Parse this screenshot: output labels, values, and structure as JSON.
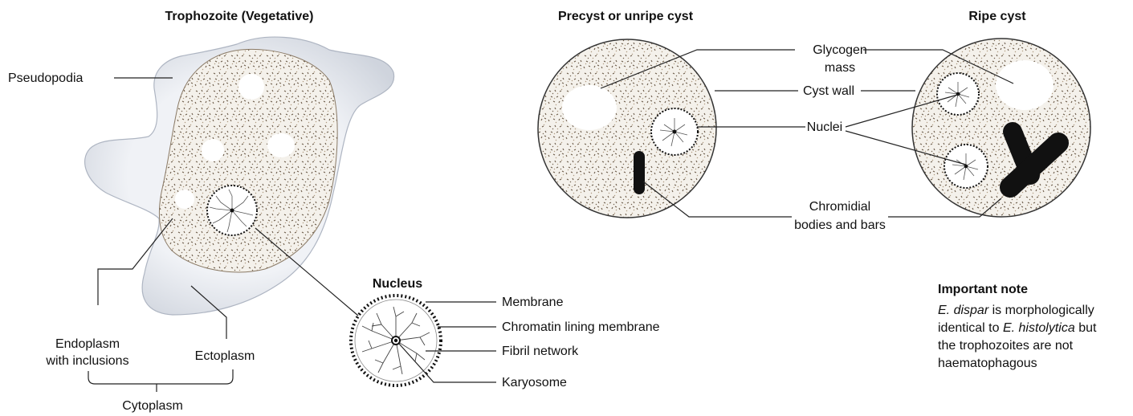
{
  "titles": {
    "trophozoite": "Trophozoite (Vegetative)",
    "precyst": "Precyst or unripe cyst",
    "ripe": "Ripe cyst",
    "nucleus": "Nucleus"
  },
  "trophozoite_labels": {
    "pseudopodia": "Pseudopodia",
    "endoplasm_1": "Endoplasm",
    "endoplasm_2": "with inclusions",
    "ectoplasm": "Ectoplasm",
    "cytoplasm": "Cytoplasm"
  },
  "cyst_labels": {
    "glycogen_1": "Glycogen",
    "glycogen_2": "mass",
    "cyst_wall": "Cyst wall",
    "nuclei": "Nuclei",
    "chromidial_1": "Chromidial",
    "chromidial_2": "bodies and bars"
  },
  "nucleus_labels": {
    "membrane": "Membrane",
    "chromatin": "Chromatin lining membrane",
    "fibril": "Fibril network",
    "karyosome": "Karyosome"
  },
  "note": {
    "heading": "Important note",
    "line1_italic": "E. dispar",
    "line1_rest": " is morphologically",
    "line2_prefix": "identical to ",
    "line2_italic": "E. histolytica",
    "line2_suffix": " but",
    "line3": "the trophozoites are not",
    "line4": "haematophagous"
  },
  "colors": {
    "ectoplasm": "#e6e9ef",
    "endoplasm": "#f3f1ec",
    "granule_dark": "#6b5a48",
    "granule_light": "#a89478",
    "chromidial": "#111111"
  }
}
